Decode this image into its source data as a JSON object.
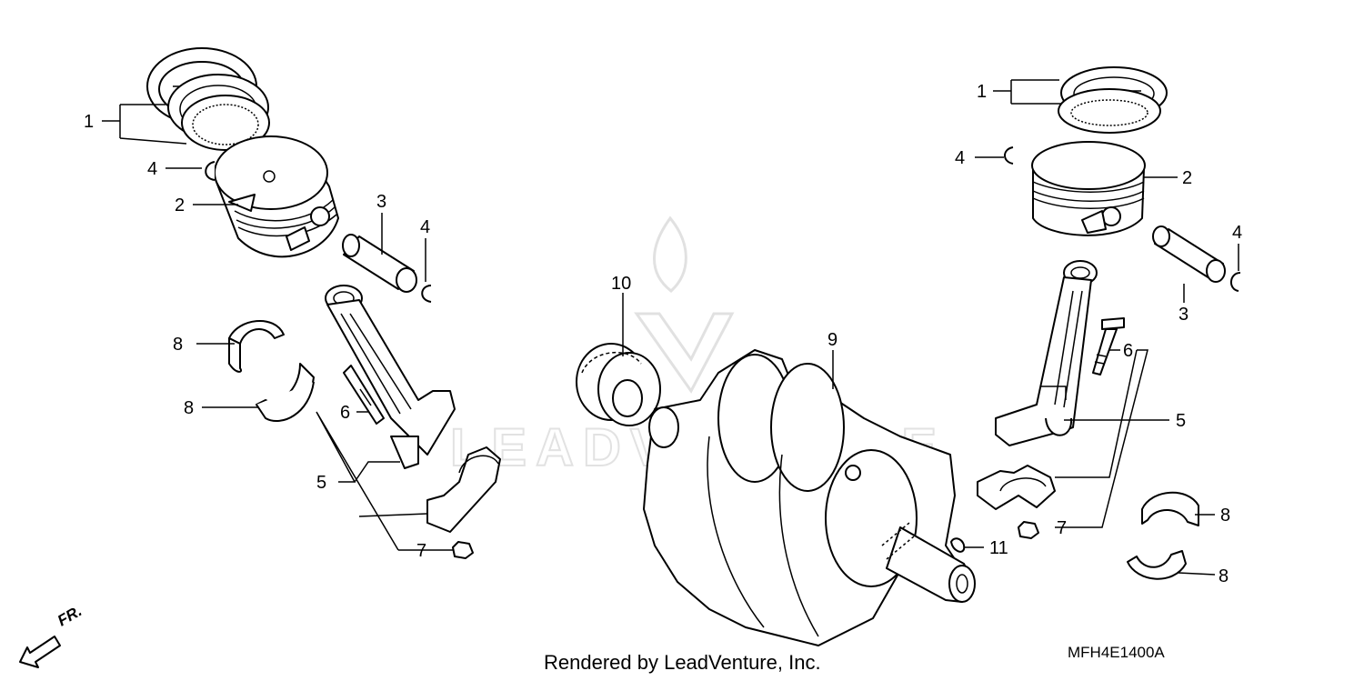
{
  "diagram": {
    "code": "MFH4E1400A",
    "credit": "Rendered by LeadVenture, Inc.",
    "direction_label": "FR.",
    "watermark_text": "LEADVENTURE",
    "callouts": {
      "left_1": "1",
      "left_2": "2",
      "left_3": "3",
      "left_4a": "4",
      "left_4b": "4",
      "left_5": "5",
      "left_6": "6",
      "left_7": "7",
      "left_8a": "8",
      "left_8b": "8",
      "center_9": "9",
      "center_10": "10",
      "center_11": "11",
      "right_1": "1",
      "right_2": "2",
      "right_3": "3",
      "right_4a": "4",
      "right_4b": "4",
      "right_5": "5",
      "right_6": "6",
      "right_7": "7",
      "right_8a": "8",
      "right_8b": "8"
    }
  }
}
